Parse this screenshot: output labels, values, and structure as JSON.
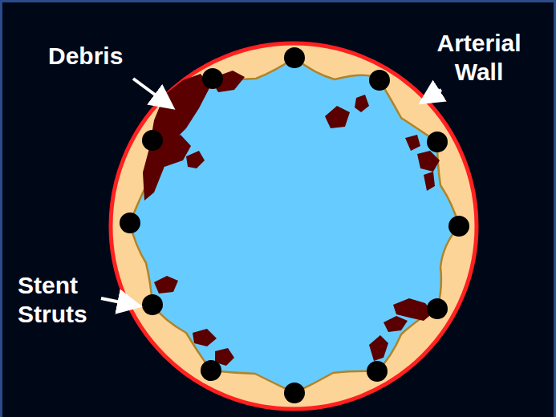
{
  "diagram": {
    "labels": [
      "Debris",
      "Arterial Wall",
      "Stent Struts"
    ]
  }
}
